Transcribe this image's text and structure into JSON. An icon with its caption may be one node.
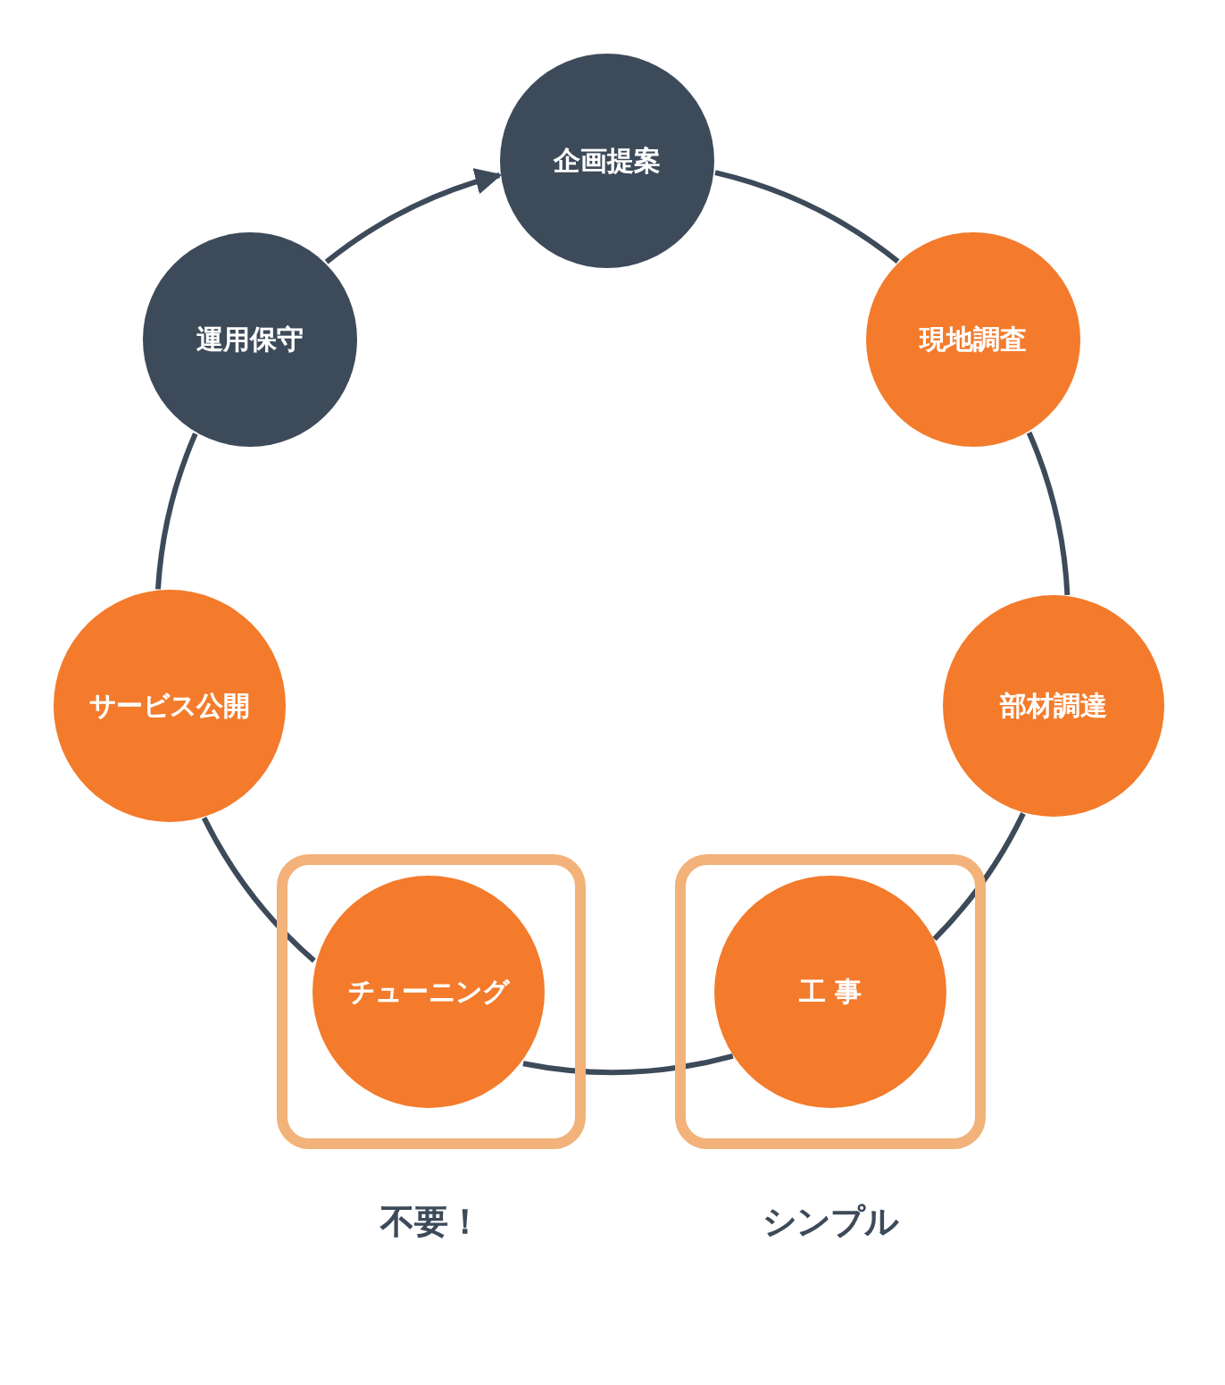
{
  "diagram": {
    "nodes": [
      {
        "text": [
          "企画提案"
        ]
      },
      {
        "text": [
          "現地調査"
        ]
      },
      {
        "text": [
          "部材調達"
        ]
      },
      {
        "text": [],
        "shape": "box",
        "beside": [
          "シンプル"
        ]
      },
      {
        "text": [
          "工 事"
        ],
        "in": 3
      },
      {
        "text": [],
        "shape": "box",
        "beside": [
          "不要！"
        ]
      },
      {
        "text": [
          "チューニング"
        ],
        "in": 5
      },
      {
        "text": [
          "サービス公開"
        ]
      },
      {
        "text": [
          "運用保守"
        ]
      }
    ],
    "edges": [
      {
        "from": 0,
        "to": 1,
        "arrow": "none"
      },
      {
        "from": 1,
        "to": 2,
        "arrow": "none"
      },
      {
        "from": 2,
        "to": 4,
        "arrow": "none"
      },
      {
        "from": 4,
        "to": 6,
        "arrow": "none"
      },
      {
        "from": 6,
        "to": 7,
        "arrow": "none"
      },
      {
        "from": 7,
        "to": 8,
        "arrow": "none"
      },
      {
        "from": 8,
        "to": 0,
        "arrow": "to"
      }
    ]
  }
}
